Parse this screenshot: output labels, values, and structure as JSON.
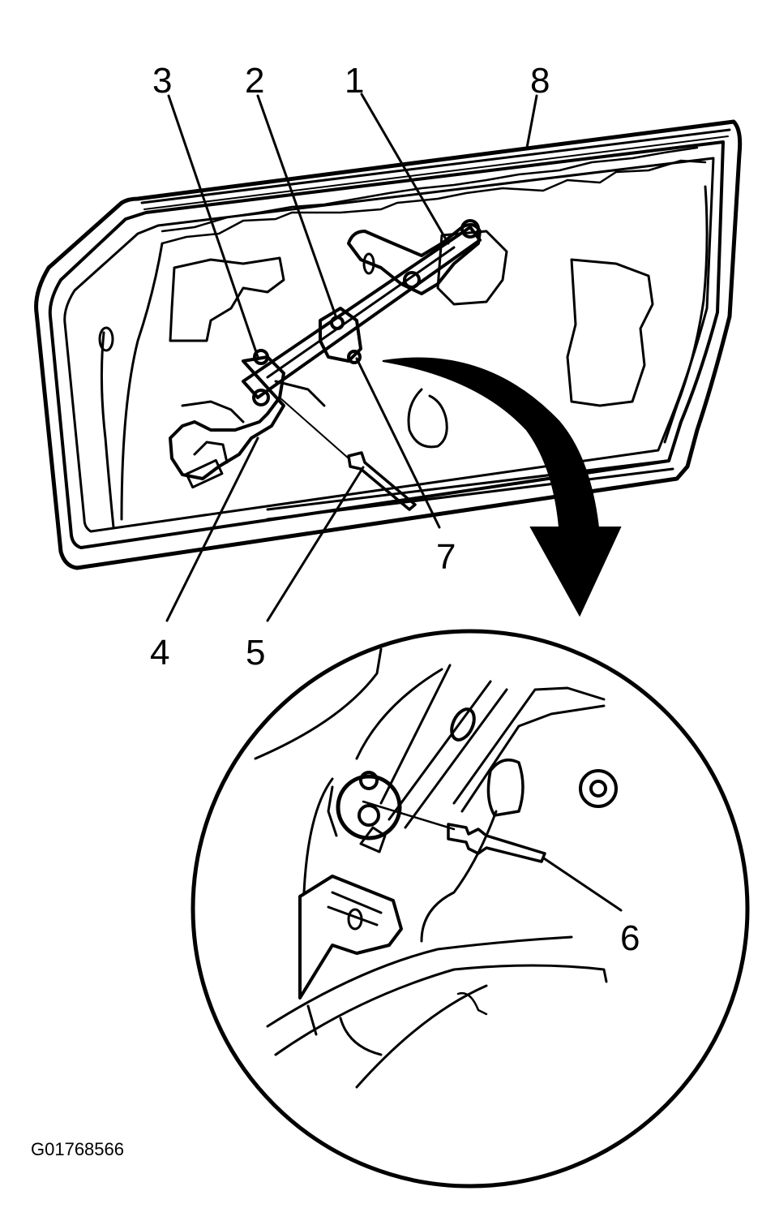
{
  "diagram": {
    "callouts": {
      "c1": "1",
      "c2": "2",
      "c3": "3",
      "c4": "4",
      "c5": "5",
      "c6": "6",
      "c7": "7",
      "c8": "8"
    },
    "figure_id": "G01768566",
    "line_color": "#000000",
    "background_color": "#ffffff"
  }
}
